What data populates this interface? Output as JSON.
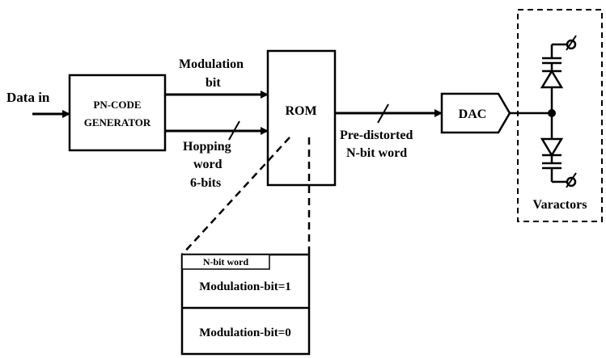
{
  "inputs": {
    "data_in": "Data in"
  },
  "pn_generator": {
    "line1": "PN-CODE",
    "line2": "GENERATOR"
  },
  "signals": {
    "modulation_line1": "Modulation",
    "modulation_line2": "bit",
    "hopping_line1": "Hopping",
    "hopping_line2": "word",
    "hopping_line3": "6-bits",
    "predistorted_line1": "Pre-distorted",
    "predistorted_line2": "N-bit word"
  },
  "rom": {
    "label": "ROM"
  },
  "dac": {
    "label": "DAC"
  },
  "varactors": {
    "label": "Varactors"
  },
  "rom_detail": {
    "header": "N-bit word",
    "row1": "Modulation-bit=1",
    "row2": "Modulation-bit=0"
  }
}
